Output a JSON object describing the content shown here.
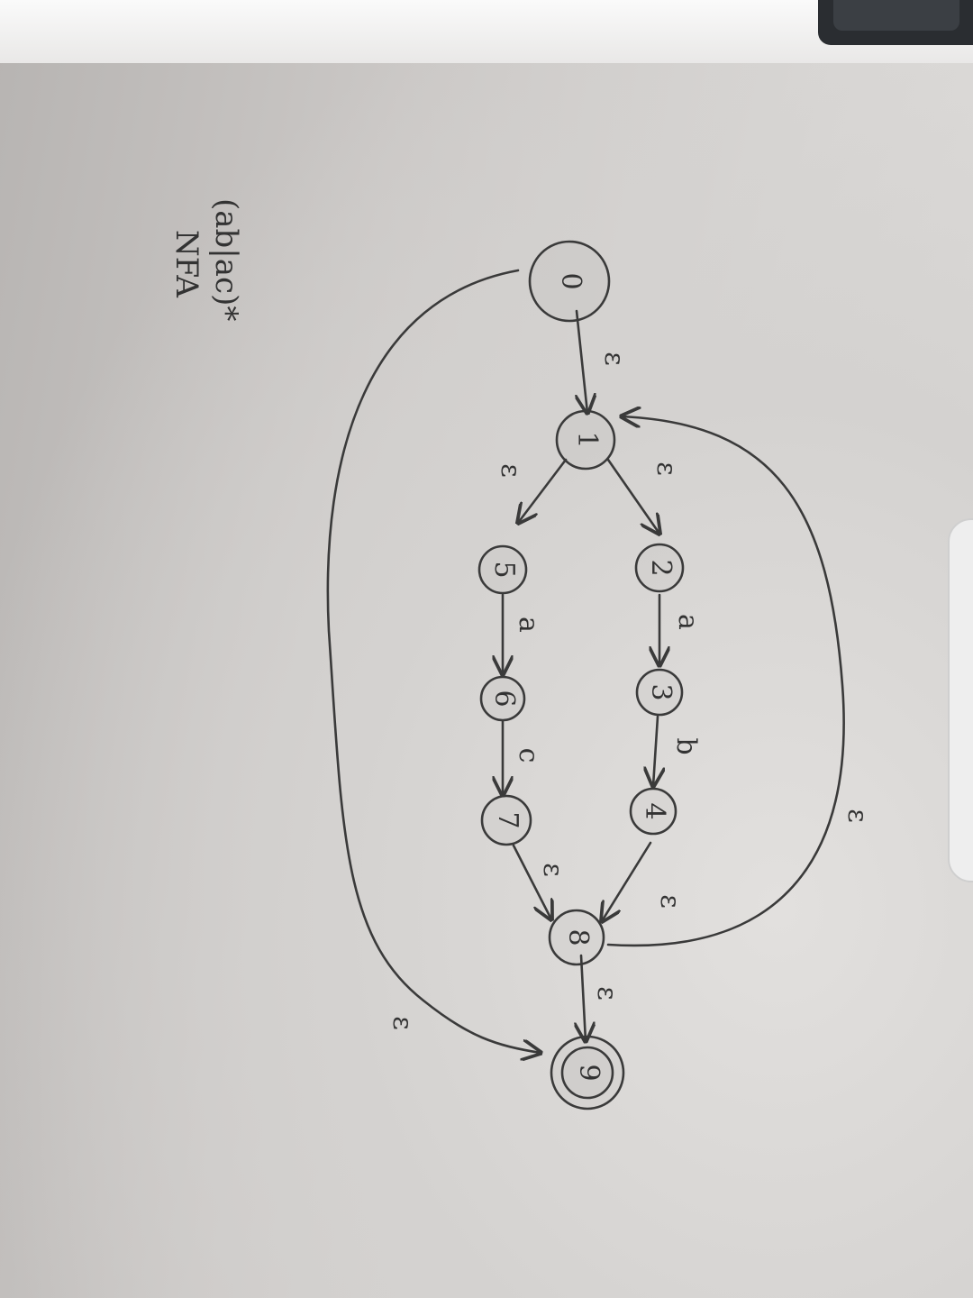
{
  "note": {
    "title": "(ab|ac)*",
    "subtitle": "NFA"
  },
  "states": [
    "0",
    "1",
    "2",
    "3",
    "4",
    "5",
    "6",
    "7",
    "8",
    "9"
  ],
  "accepting_state": "9",
  "transitions": [
    {
      "from": "0",
      "to": "1",
      "label": "ε"
    },
    {
      "from": "1",
      "to": "5",
      "label": "ε"
    },
    {
      "from": "1",
      "to": "2",
      "label": "ε"
    },
    {
      "from": "5",
      "to": "6",
      "label": "a"
    },
    {
      "from": "6",
      "to": "7",
      "label": "c"
    },
    {
      "from": "2",
      "to": "3",
      "label": "a"
    },
    {
      "from": "3",
      "to": "4",
      "label": "b"
    },
    {
      "from": "7",
      "to": "8",
      "label": "ε"
    },
    {
      "from": "4",
      "to": "8",
      "label": "ε"
    },
    {
      "from": "8",
      "to": "9",
      "label": "ε"
    },
    {
      "from": "8",
      "to": "1",
      "label": "ε"
    },
    {
      "from": "0",
      "to": "9",
      "label": "ε"
    }
  ]
}
